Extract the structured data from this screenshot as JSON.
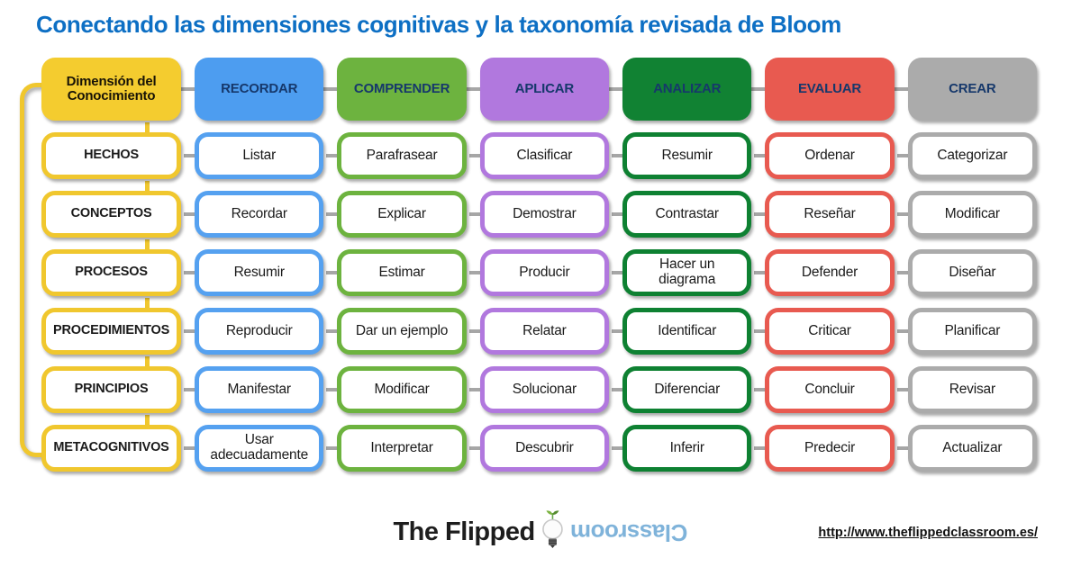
{
  "title": "Conectando las dimensiones cognitivas y la taxonomía revisada de Bloom",
  "columns": [
    {
      "label": "Dimensión del Conocimiento",
      "color": "#F4CC2F"
    },
    {
      "label": "RECORDAR",
      "color": "#4D9DF0"
    },
    {
      "label": "COMPRENDER",
      "color": "#6DB33F"
    },
    {
      "label": "APLICAR",
      "color": "#B178DE"
    },
    {
      "label": "ANALIZAR",
      "color": "#118233"
    },
    {
      "label": "EVALUAR",
      "color": "#E85A50"
    },
    {
      "label": "CREAR",
      "color": "#ABABAB"
    }
  ],
  "rows": [
    {
      "label": "HECHOS",
      "cells": [
        "Listar",
        "Parafrasear",
        "Clasificar",
        "Resumir",
        "Ordenar",
        "Categorizar"
      ]
    },
    {
      "label": "CONCEPTOS",
      "cells": [
        "Recordar",
        "Explicar",
        "Demostrar",
        "Contrastar",
        "Reseñar",
        "Modificar"
      ]
    },
    {
      "label": "PROCESOS",
      "cells": [
        "Resumir",
        "Estimar",
        "Producir",
        "Hacer un diagrama",
        "Defender",
        "Diseñar"
      ]
    },
    {
      "label": "PROCEDIMIENTOS",
      "cells": [
        "Reproducir",
        "Dar un ejemplo",
        "Relatar",
        "Identificar",
        "Criticar",
        "Planificar"
      ]
    },
    {
      "label": "PRINCIPIOS",
      "cells": [
        "Manifestar",
        "Modificar",
        "Solucionar",
        "Diferenciar",
        "Concluir",
        "Revisar"
      ]
    },
    {
      "label": "METACOGNITIVOS",
      "cells": [
        "Usar adecuadamente",
        "Interpretar",
        "Descubrir",
        "Inferir",
        "Predecir",
        "Actualizar"
      ]
    }
  ],
  "footer": {
    "logo_black": "The Flipped",
    "logo_flipped": "Classroom",
    "logo_icon": "seedling-lightbulb-icon",
    "url": "http://www.theflippedclassroom.es/"
  },
  "colors": {
    "title": "#0D6FC4",
    "header_text": "#16386B",
    "connector_gray": "#A6A6A6",
    "connector_yellow": "#F0C72E",
    "logo_flipped_text": "#7FB3DA"
  }
}
